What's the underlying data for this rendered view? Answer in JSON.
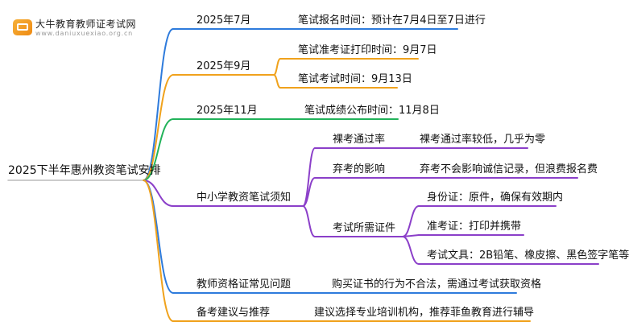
{
  "logo": {
    "brand": "大牛教育教师证考试网",
    "site": "www.daniuxuexiao.org.cn"
  },
  "root": "2025下半年惠州教资笔试安排",
  "branches": [
    {
      "label": "2025年7月",
      "color": "#2e7bdc",
      "children": [
        {
          "label": "笔试报名时间：预计在7月4日至7日进行"
        }
      ]
    },
    {
      "label": "2025年9月",
      "color": "#f0a21c",
      "children": [
        {
          "label": "笔试准考证打印时间：9月7日"
        },
        {
          "label": "笔试考试时间：9月13日"
        }
      ]
    },
    {
      "label": "2025年11月",
      "color": "#22b35a",
      "children": [
        {
          "label": "笔试成绩公布时间：11月8日"
        }
      ]
    },
    {
      "label": "中小学教资笔试须知",
      "color": "#8b3fc9",
      "children": [
        {
          "label": "裸考通过率",
          "children": [
            {
              "label": "裸考通过率较低，几乎为零"
            }
          ]
        },
        {
          "label": "弃考的影响",
          "children": [
            {
              "label": "弃考不会影响诚信记录，但浪费报名费"
            }
          ]
        },
        {
          "label": "考试所需证件",
          "children": [
            {
              "label": "身份证：原件，确保有效期内"
            },
            {
              "label": "准考证：打印并携带"
            },
            {
              "label": "考试文具：2B铅笔、橡皮擦、黑色签字笔等"
            }
          ]
        }
      ]
    },
    {
      "label": "教师资格证常见问题",
      "color": "#2e7bdc",
      "children": [
        {
          "label": "购买证书的行为不合法，需通过考试获取资格"
        }
      ]
    },
    {
      "label": "备考建议与推荐",
      "color": "#f0a21c",
      "children": [
        {
          "label": "建议选择专业培训机构，推荐菲鱼教育进行辅导"
        }
      ]
    }
  ]
}
